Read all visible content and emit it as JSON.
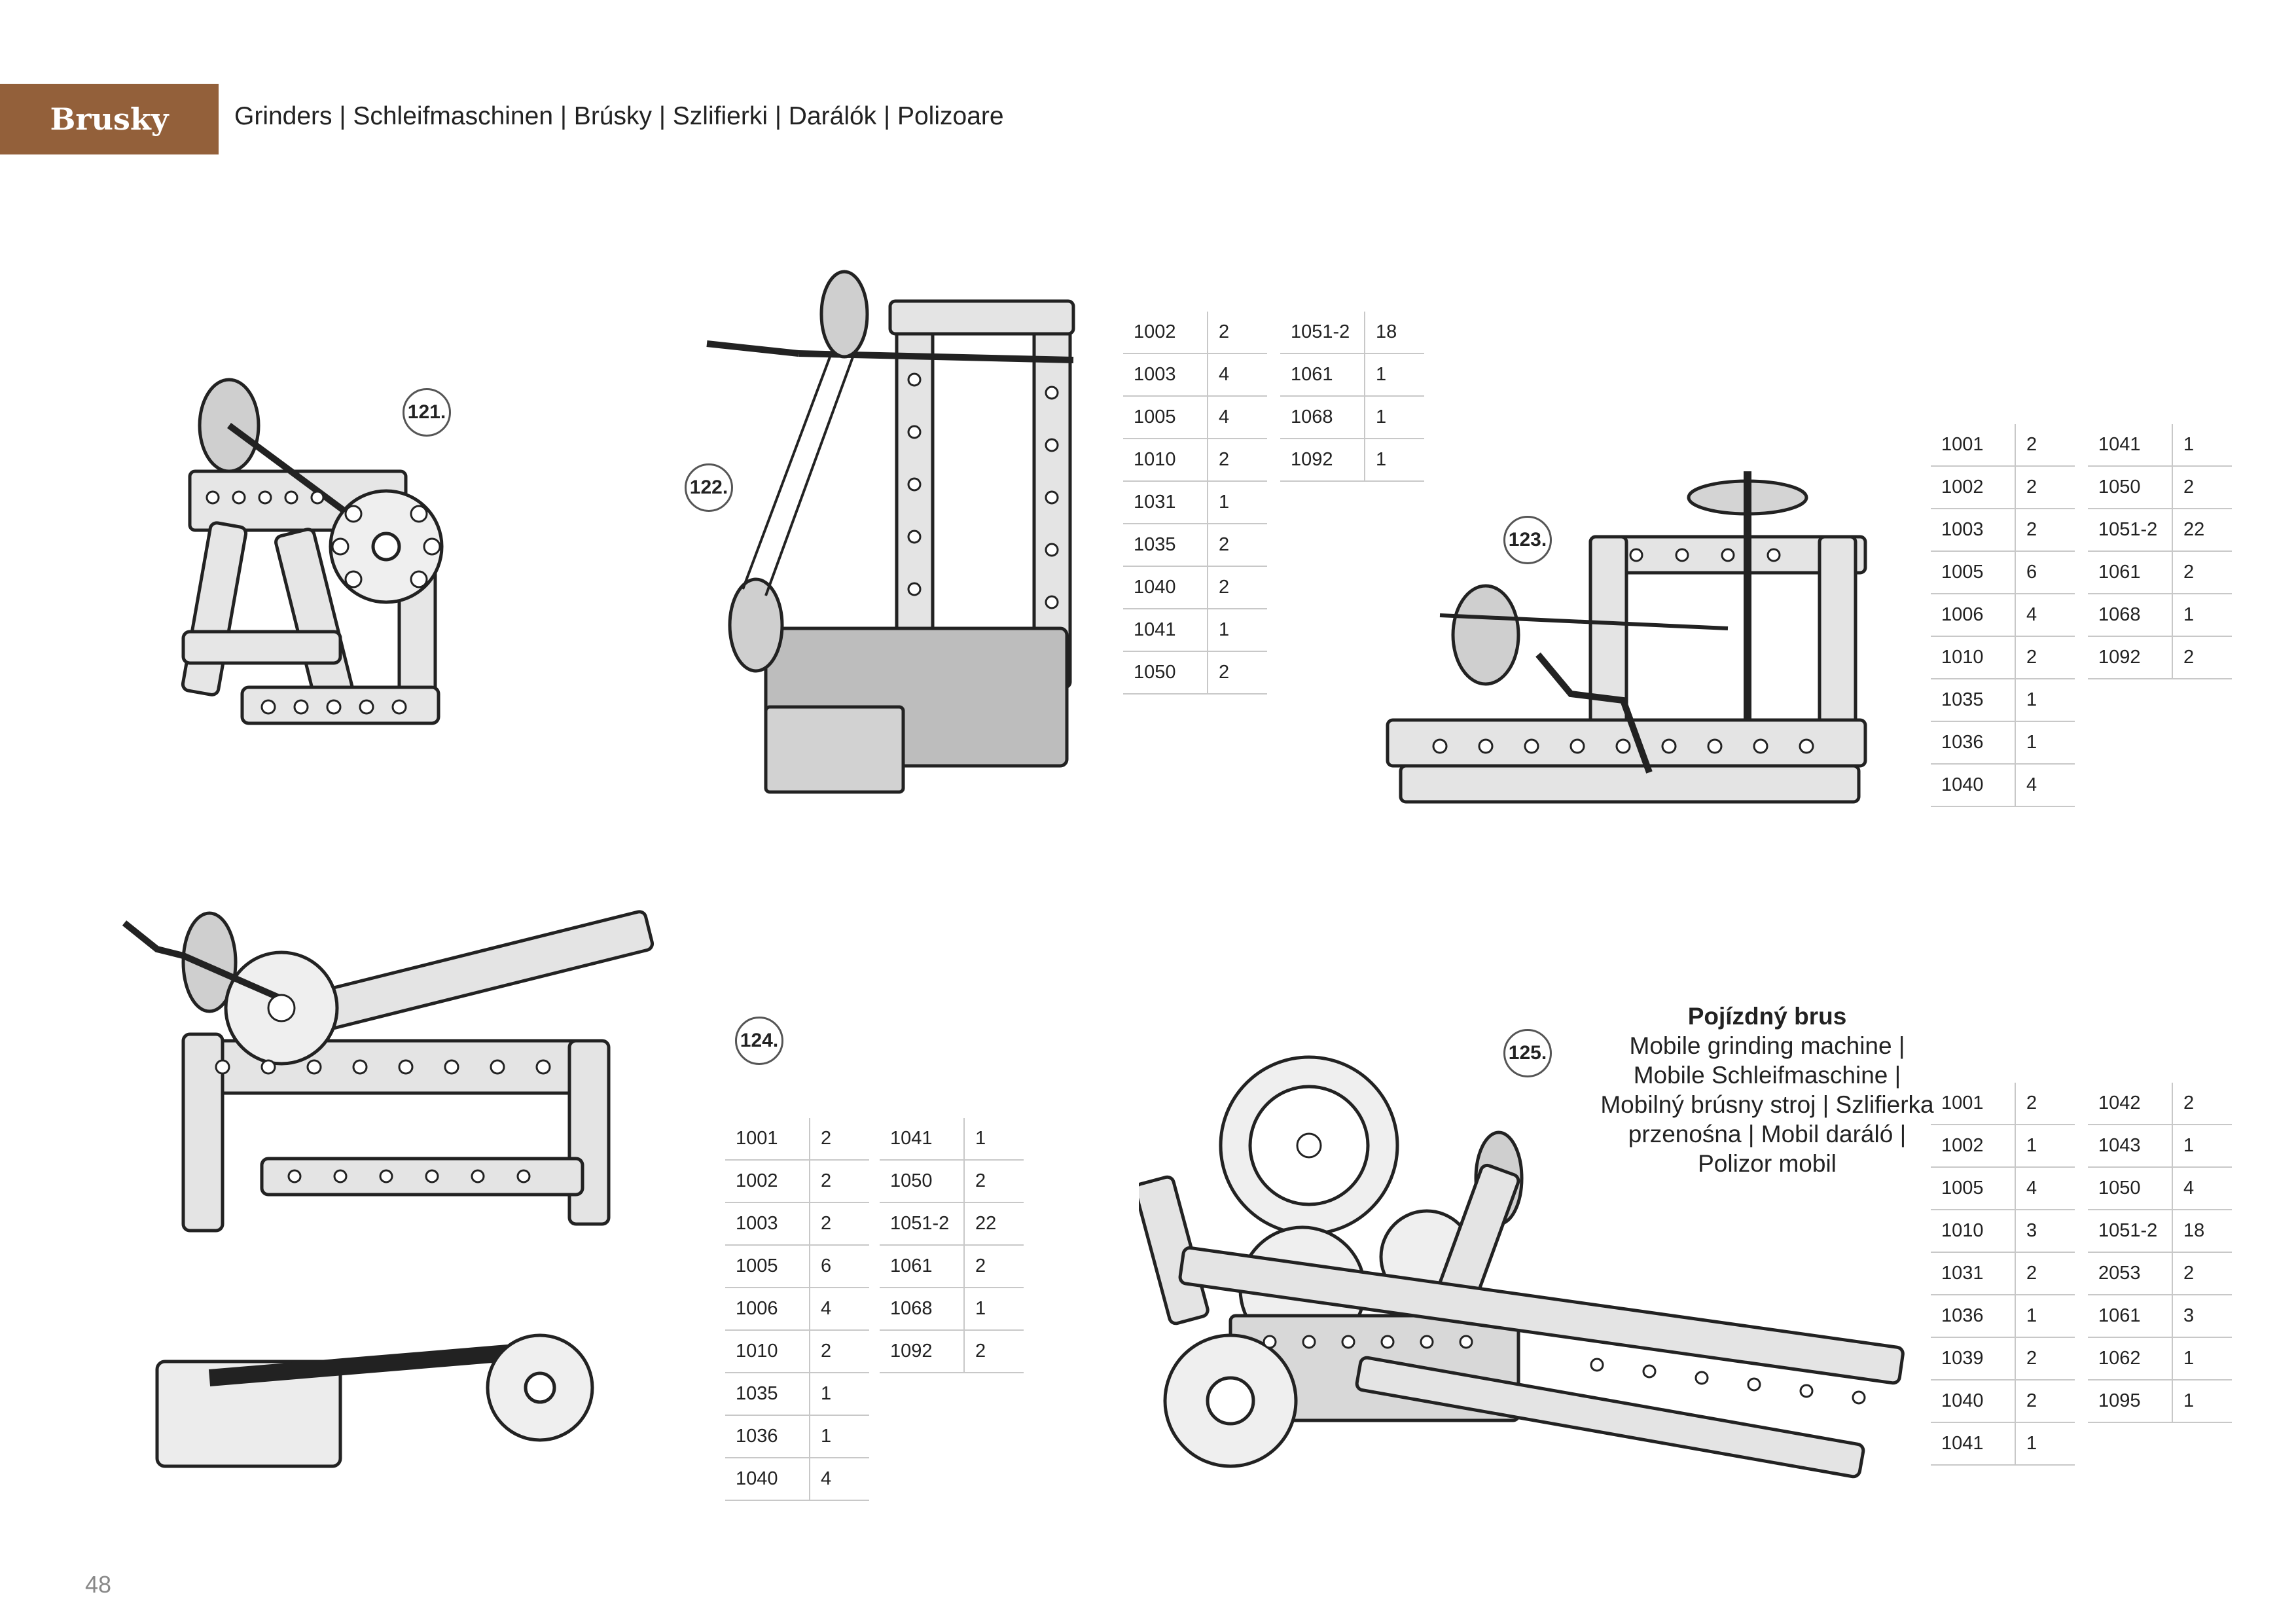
{
  "header": {
    "title": "Brusky",
    "subtitle": "Grinders | Schleifmaschinen | Brúsky | Szlifierki | Darálók | Polizoare"
  },
  "models": [
    {
      "number": "121."
    },
    {
      "number": "122."
    },
    {
      "number": "123."
    },
    {
      "number": "124."
    },
    {
      "number": "125."
    }
  ],
  "parts": {
    "m122": {
      "left": [
        [
          "1002",
          "2"
        ],
        [
          "1003",
          "4"
        ],
        [
          "1005",
          "4"
        ],
        [
          "1010",
          "2"
        ],
        [
          "1031",
          "1"
        ],
        [
          "1035",
          "2"
        ],
        [
          "1040",
          "2"
        ],
        [
          "1041",
          "1"
        ],
        [
          "1050",
          "2"
        ]
      ],
      "right": [
        [
          "1051-2",
          "18"
        ],
        [
          "1061",
          "1"
        ],
        [
          "1068",
          "1"
        ],
        [
          "1092",
          "1"
        ]
      ]
    },
    "m123": {
      "left": [
        [
          "1001",
          "2"
        ],
        [
          "1002",
          "2"
        ],
        [
          "1003",
          "2"
        ],
        [
          "1005",
          "6"
        ],
        [
          "1006",
          "4"
        ],
        [
          "1010",
          "2"
        ],
        [
          "1035",
          "1"
        ],
        [
          "1036",
          "1"
        ],
        [
          "1040",
          "4"
        ]
      ],
      "right": [
        [
          "1041",
          "1"
        ],
        [
          "1050",
          "2"
        ],
        [
          "1051-2",
          "22"
        ],
        [
          "1061",
          "2"
        ],
        [
          "1068",
          "1"
        ],
        [
          "1092",
          "2"
        ]
      ]
    },
    "m124": {
      "left": [
        [
          "1001",
          "2"
        ],
        [
          "1002",
          "2"
        ],
        [
          "1003",
          "2"
        ],
        [
          "1005",
          "6"
        ],
        [
          "1006",
          "4"
        ],
        [
          "1010",
          "2"
        ],
        [
          "1035",
          "1"
        ],
        [
          "1036",
          "1"
        ],
        [
          "1040",
          "4"
        ]
      ],
      "right": [
        [
          "1041",
          "1"
        ],
        [
          "1050",
          "2"
        ],
        [
          "1051-2",
          "22"
        ],
        [
          "1061",
          "2"
        ],
        [
          "1068",
          "1"
        ],
        [
          "1092",
          "2"
        ]
      ]
    },
    "m125": {
      "left": [
        [
          "1001",
          "2"
        ],
        [
          "1002",
          "1"
        ],
        [
          "1005",
          "4"
        ],
        [
          "1010",
          "3"
        ],
        [
          "1031",
          "2"
        ],
        [
          "1036",
          "1"
        ],
        [
          "1039",
          "2"
        ],
        [
          "1040",
          "2"
        ],
        [
          "1041",
          "1"
        ]
      ],
      "right": [
        [
          "1042",
          "2"
        ],
        [
          "1043",
          "1"
        ],
        [
          "1050",
          "4"
        ],
        [
          "1051-2",
          "18"
        ],
        [
          "2053",
          "2"
        ],
        [
          "1061",
          "3"
        ],
        [
          "1062",
          "1"
        ],
        [
          "1095",
          "1"
        ]
      ]
    }
  },
  "mobile_grinder": {
    "title": "Pojízdný brus",
    "translations": "Mobile grinding machine | Mobile Schleifmaschine | Mobilný brúsny stroj | Szlifierka przenośna | Mobil daráló | Polizor mobil"
  },
  "page_number": "48"
}
